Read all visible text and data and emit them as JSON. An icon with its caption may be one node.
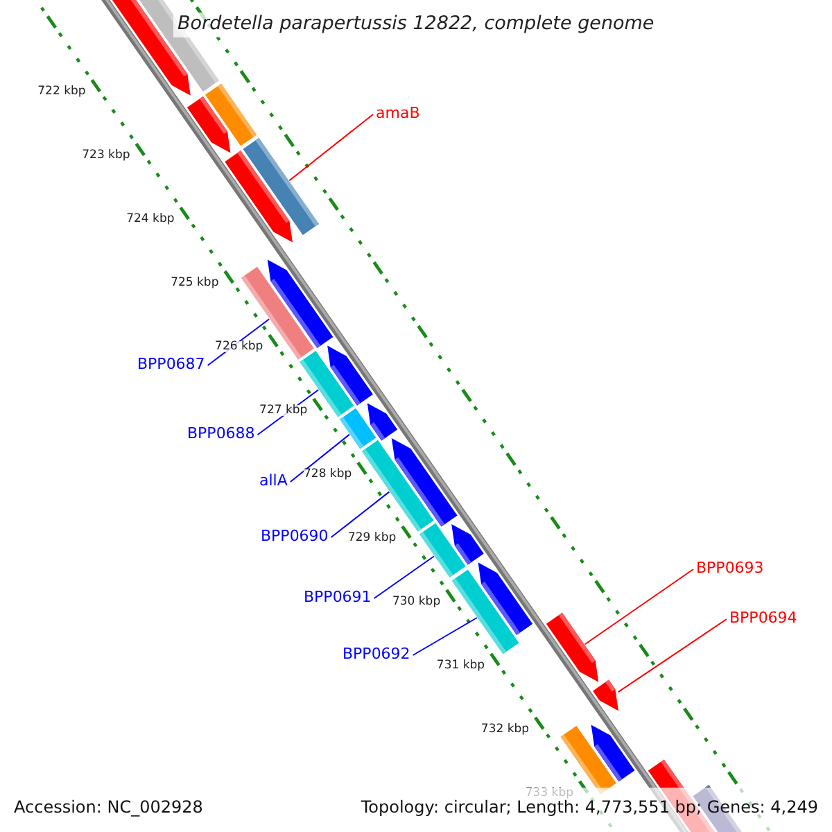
{
  "diagram": {
    "title": "Bordetella parapertussis 12822, complete genome",
    "nodes": [
      {
        "text": [
          "amaB"
        ]
      },
      {
        "text": [],
        "shape": "bar"
      },
      {
        "text": [
          "BPP0687"
        ]
      },
      {
        "text": [],
        "shape": "bar"
      },
      {
        "text": [
          "BPP0688"
        ]
      },
      {
        "text": [],
        "shape": "bar"
      },
      {
        "text": [
          "allA"
        ]
      },
      {
        "text": [],
        "shape": "bar"
      },
      {
        "text": [
          "BPP0690"
        ]
      },
      {
        "text": [],
        "shape": "bar"
      },
      {
        "text": [
          "BPP0691"
        ]
      },
      {
        "text": [],
        "shape": "bar"
      },
      {
        "text": [
          "BPP0692"
        ]
      },
      {
        "text": [],
        "shape": "bar"
      },
      {
        "text": [
          "BPP0693"
        ]
      },
      {
        "text": [],
        "shape": "pentagon"
      },
      {
        "text": [
          "BPP0694"
        ]
      },
      {
        "text": [],
        "shape": "pentagon"
      }
    ],
    "edges": [
      {
        "from": 0,
        "to": 1,
        "arrow": "none",
        "color": "#ff0000"
      },
      {
        "from": 2,
        "to": 3,
        "arrow": "none"
      },
      {
        "from": 4,
        "to": 5,
        "arrow": "none"
      },
      {
        "from": 6,
        "to": 7,
        "arrow": "none"
      },
      {
        "from": 8,
        "to": 9,
        "arrow": "none"
      },
      {
        "from": 10,
        "to": 11,
        "arrow": "none"
      },
      {
        "from": 12,
        "to": 13,
        "arrow": "none"
      },
      {
        "from": 14,
        "to": 15,
        "arrow": "none",
        "color": "#ff0000"
      },
      {
        "from": 16,
        "to": 17,
        "arrow": "none",
        "color": "#ff0000"
      }
    ],
    "labels": [
      "722 kbp",
      "723 kbp",
      "724 kbp",
      "725 kbp",
      "726 kbp",
      "727 kbp",
      "728 kbp",
      "729 kbp",
      "730 kbp",
      "731 kbp",
      "732 kbp",
      "733 kbp",
      "Accession: NC_002928",
      "Topology: circular; Length: 4,773,551 bp; Genes: 4,249"
    ]
  }
}
